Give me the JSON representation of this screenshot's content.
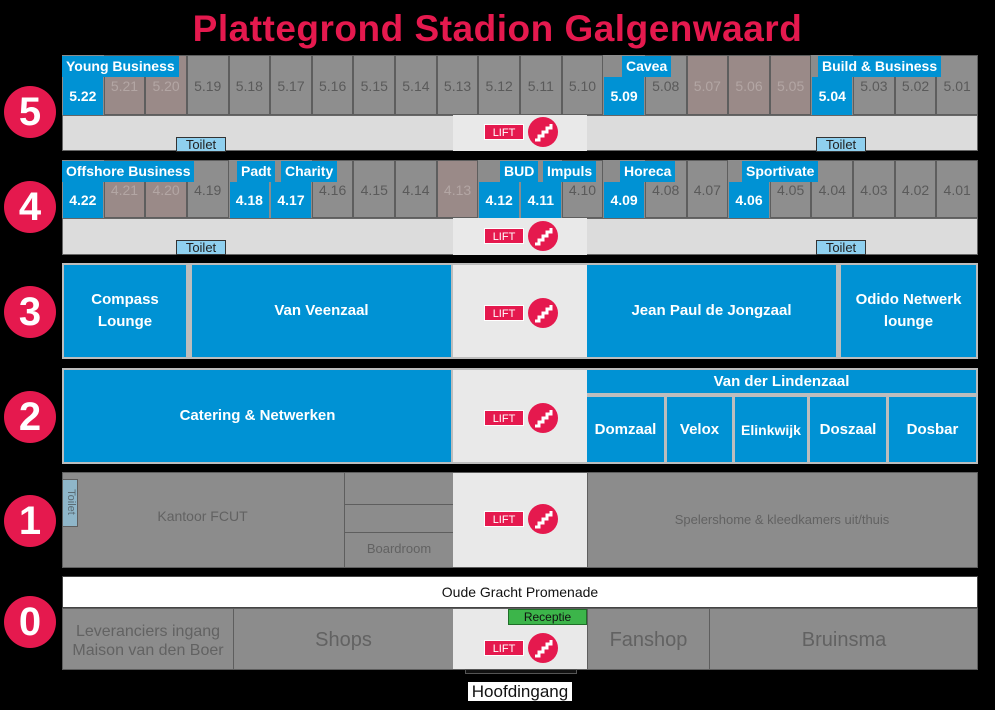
{
  "title": "Plattegrond Stadion Galgenwaard",
  "floors": {
    "f5": {
      "badge": "5",
      "rooms": [
        "5.22",
        "5.21",
        "5.20",
        "5.19",
        "5.18",
        "5.17",
        "5.16",
        "5.15",
        "5.14",
        "5.13",
        "5.12",
        "5.11",
        "5.10",
        "5.09",
        "5.08",
        "5.07",
        "5.06",
        "5.05",
        "5.04",
        "5.03",
        "5.02",
        "5.01"
      ],
      "tags": {
        "young_business": "Young Business",
        "cavea": "Cavea",
        "build_business": "Build & Business"
      },
      "toilet": "Toilet",
      "lift": "LIFT"
    },
    "f4": {
      "badge": "4",
      "rooms": [
        "4.22",
        "4.21",
        "4.20",
        "4.19",
        "4.18",
        "4.17",
        "4.16",
        "4.15",
        "4.14",
        "4.13",
        "4.12",
        "4.11",
        "4.10",
        "4.09",
        "4.08",
        "4.07",
        "4.06",
        "4.05",
        "4.04",
        "4.03",
        "4.02",
        "4.01"
      ],
      "tags": {
        "offshore_business": "Offshore Business",
        "padt": "Padt",
        "charity": "Charity",
        "bud": "BUD",
        "impuls": "Impuls",
        "horeca": "Horeca",
        "sportivate": "Sportivate"
      },
      "toilet": "Toilet",
      "lift": "LIFT"
    },
    "f3": {
      "badge": "3",
      "compass": "Compass Lounge",
      "van_veen": "Van Veenzaal",
      "jean_paul": "Jean Paul de Jongzaal",
      "odido": "Odido Netwerk lounge",
      "lift": "LIFT"
    },
    "f2": {
      "badge": "2",
      "catering": "Catering & Netwerken",
      "van_der_linden": "Van der Lindenzaal",
      "domzaal": "Domzaal",
      "velox": "Velox",
      "elinkwijk": "Elinkwijk",
      "doszaal": "Doszaal",
      "dosbar": "Dosbar",
      "lift": "LIFT"
    },
    "f1": {
      "badge": "1",
      "toilet": "Toilet",
      "kantoor": "Kantoor FCUT",
      "boardroom": "Boardroom",
      "spelershome": "Spelershome & kleedkamers uit/thuis",
      "lift": "LIFT"
    },
    "f0": {
      "badge": "0",
      "promenade": "Oude Gracht Promenade",
      "leveranciers_1": "Leveranciers ingang",
      "leveranciers_2": "Maison van den Boer",
      "shops": "Shops",
      "receptie": "Receptie",
      "fanshop": "Fanshop",
      "bruinsma": "Bruinsma",
      "lift": "LIFT",
      "hoofdingang": "Hoofdingang"
    }
  },
  "colors": {
    "accent_red": "#e5194e",
    "room_blue": "#0092d4",
    "toilet_blue": "#8fd0ef",
    "reception_green": "#3cb54a",
    "background": "#000000"
  },
  "icons": [
    "stairs-icon"
  ]
}
